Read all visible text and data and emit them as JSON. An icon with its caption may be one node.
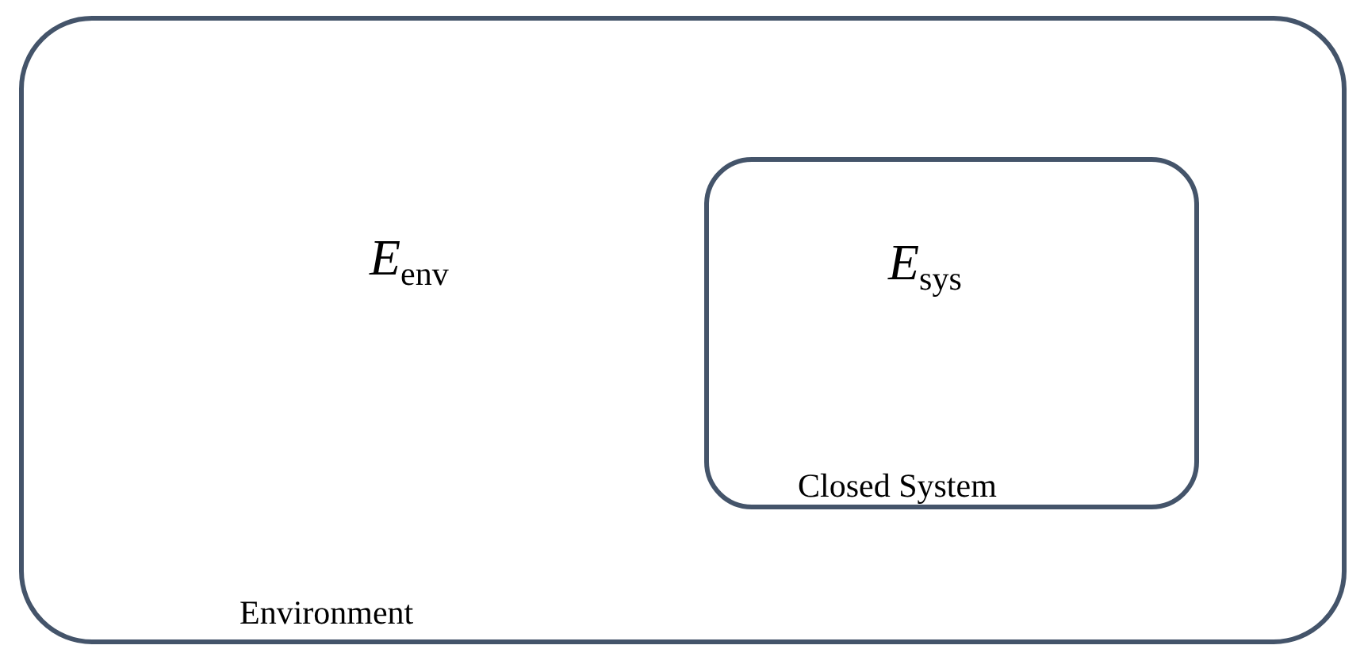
{
  "diagram": {
    "nodes": [
      {
        "text": [
          "*E*$_{env}$",
          "Environment"
        ]
      },
      {
        "text": [
          "*E*$_{sys}$",
          "Closed System"
        ],
        "in": 0
      }
    ]
  }
}
